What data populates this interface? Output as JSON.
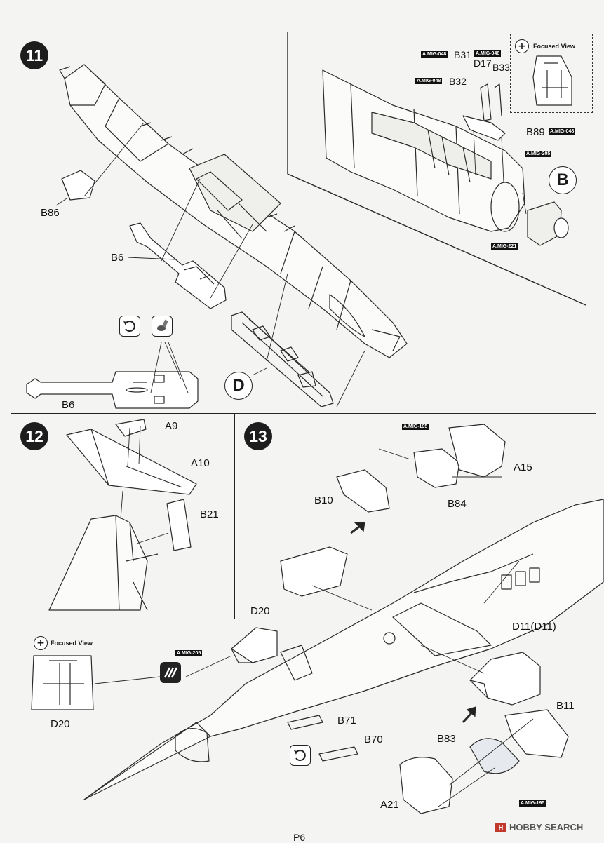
{
  "page_number": "P6",
  "watermark": {
    "logo": "H",
    "text": "HOBBY SEARCH"
  },
  "steps": {
    "step11": {
      "number": "11",
      "labels": {
        "b86": "B86",
        "b6": "B6",
        "b6_detail": "B6",
        "b31": "B31",
        "d17": "D17",
        "b33": "B33",
        "b32": "B32",
        "b89": "B89"
      },
      "callouts": {
        "b": "B",
        "d": "D"
      },
      "paints": {
        "mig048_a": "A.MIG-048",
        "mig048_b": "A.MIG-048",
        "mig048_c": "A.MIG-048",
        "mig048_d": "A.MIG-048",
        "mig205": "A.MIG-205",
        "mig221": "A.MIG-221"
      },
      "focused_view": "Focused View"
    },
    "step12": {
      "number": "12",
      "labels": {
        "a9": "A9",
        "a10": "A10",
        "b21": "B21"
      }
    },
    "step13": {
      "number": "13",
      "labels": {
        "a15": "A15",
        "b10": "B10",
        "b84": "B84",
        "d20": "D20",
        "d20_detail": "D20",
        "d11": "D11(D11)",
        "b71": "B71",
        "b70": "B70",
        "b11": "B11",
        "b83": "B83",
        "a21": "A21"
      },
      "paints": {
        "mig195_a": "A.MIG-195",
        "mig205": "A.MIG-205",
        "mig195_b": "A.MIG-195"
      },
      "focused_view": "Focused View"
    }
  }
}
